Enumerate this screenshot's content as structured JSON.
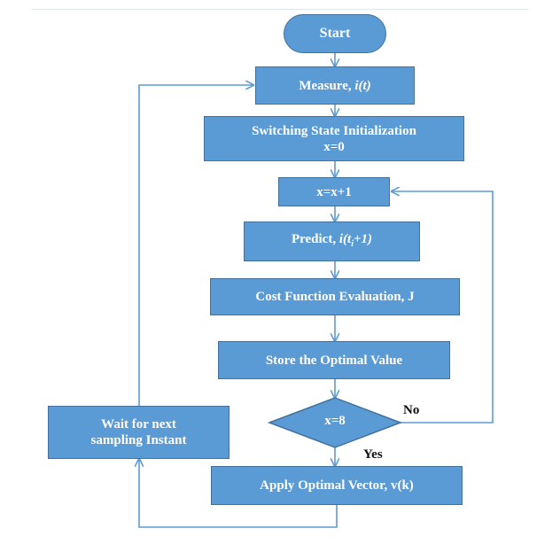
{
  "flowchart": {
    "start": "Start",
    "measure": {
      "text": "Measure, ",
      "var": "i(t)"
    },
    "init": {
      "line1": "Switching State Initialization",
      "line2": "x=0"
    },
    "increment": "x=x+1",
    "predict": {
      "text": "Predict, ",
      "var_prefix": "i(t",
      "sub": "i",
      "var_suffix": "+1)"
    },
    "cost": "Cost Function Evaluation, J",
    "store": "Store the Optimal Value",
    "decision": "x=8",
    "decision_no": "No",
    "decision_yes": "Yes",
    "apply": "Apply Optimal Vector, v(k)",
    "wait": {
      "line1": "Wait for next",
      "line2": "sampling Instant"
    }
  },
  "colors": {
    "box_fill": "#5b9bd5",
    "box_border": "#41719c",
    "connector": "#5b9bd5",
    "text_on_box": "#ffffff",
    "label_text": "#111111"
  }
}
